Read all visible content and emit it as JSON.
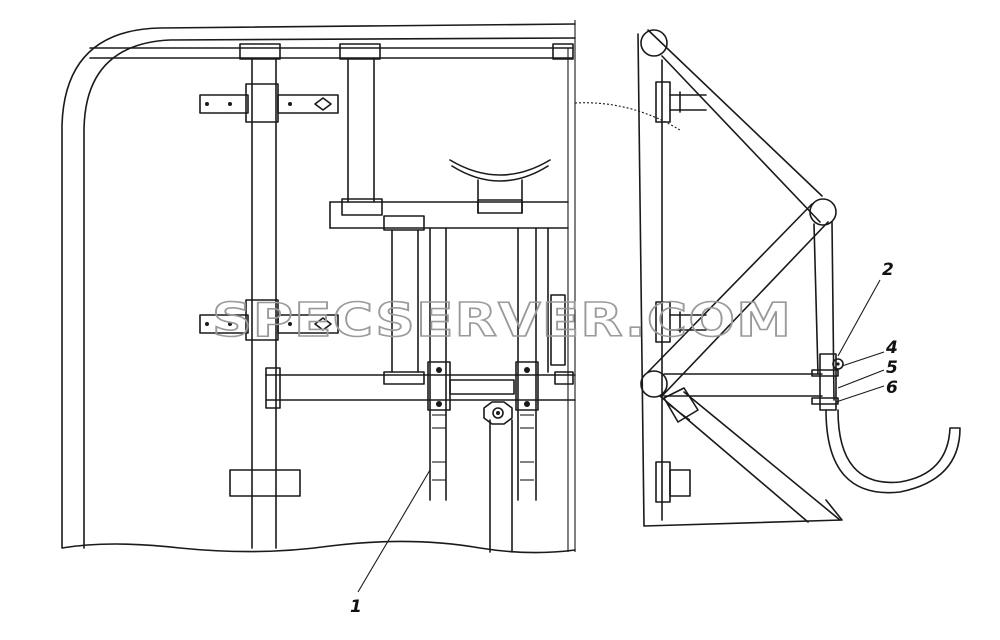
{
  "watermark": "SPECSERVER.COM",
  "callouts": {
    "c1": "1",
    "c2": "2",
    "c4": "4",
    "c5": "5",
    "c6": "6"
  }
}
